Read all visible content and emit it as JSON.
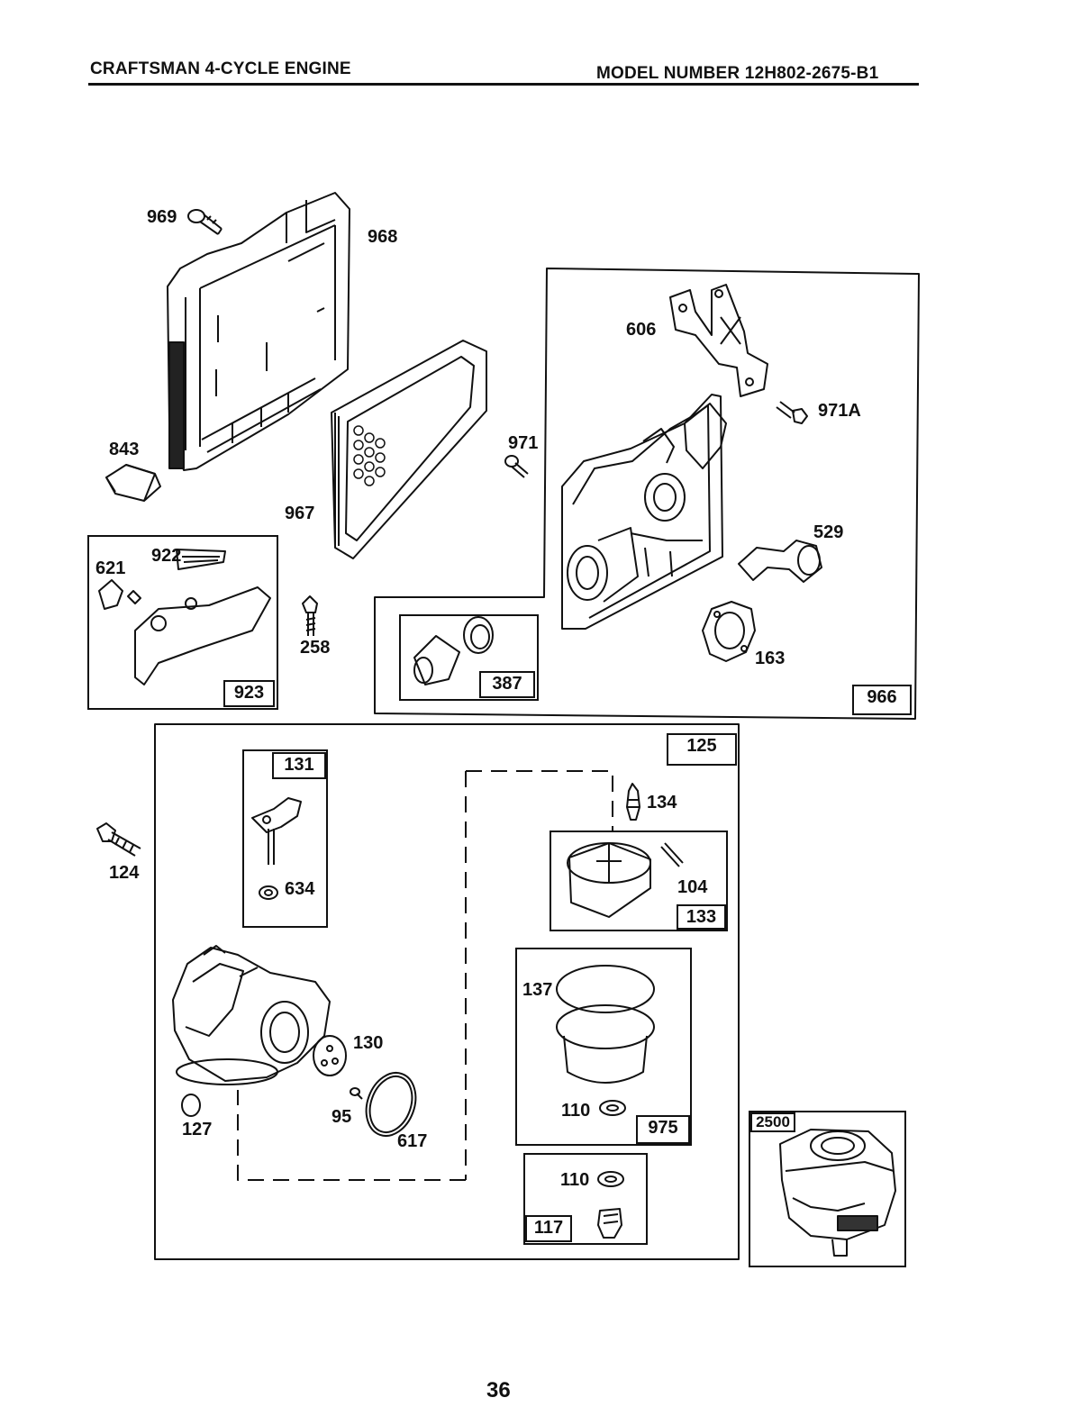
{
  "header": {
    "title": "CRAFTSMAN 4-CYCLE ENGINE",
    "model": "MODEL NUMBER 12H802-2675-B1"
  },
  "parts": {
    "p969": "969",
    "p968": "968",
    "p843": "843",
    "p967": "967",
    "p971": "971",
    "p606": "606",
    "p971a": "971A",
    "p529": "529",
    "p163": "163",
    "p621": "621",
    "p922": "922",
    "p258": "258",
    "p124": "124",
    "p134": "134",
    "p104": "104",
    "p634": "634",
    "p137": "137",
    "p130": "130",
    "p127": "127",
    "p95": "95",
    "p617": "617",
    "p110a": "110",
    "p110b": "110"
  },
  "boxes": {
    "b923": "923",
    "b387": "387",
    "b966": "966",
    "b125": "125",
    "b131": "131",
    "b133": "133",
    "b975": "975",
    "b117": "117",
    "b2500": "2500"
  },
  "page_number": "36"
}
